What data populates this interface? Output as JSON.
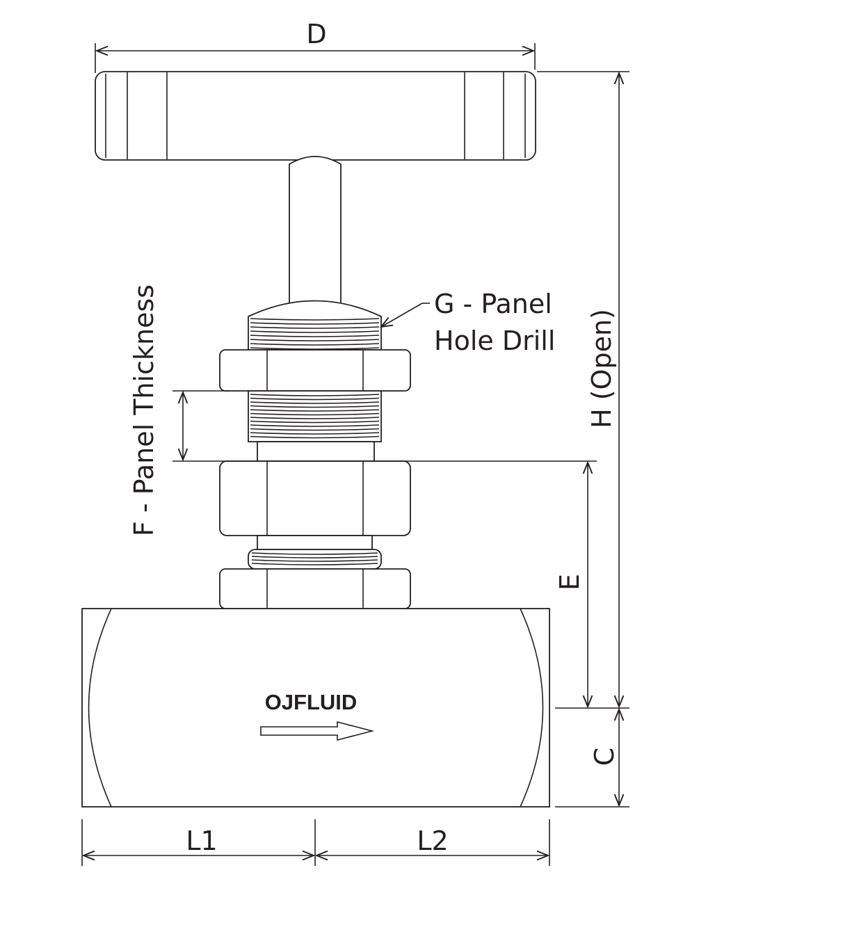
{
  "labels": {
    "d": "D",
    "g_line1": "G - Panel",
    "g_line2": "Hole Drill",
    "f": "F - Panel Thickness",
    "h": "H (Open)",
    "e": "E",
    "c": "C",
    "l1": "L1",
    "l2": "L2"
  },
  "brand": "OJFLUID",
  "colors": {
    "line": "#231f20",
    "background": "#ffffff"
  }
}
